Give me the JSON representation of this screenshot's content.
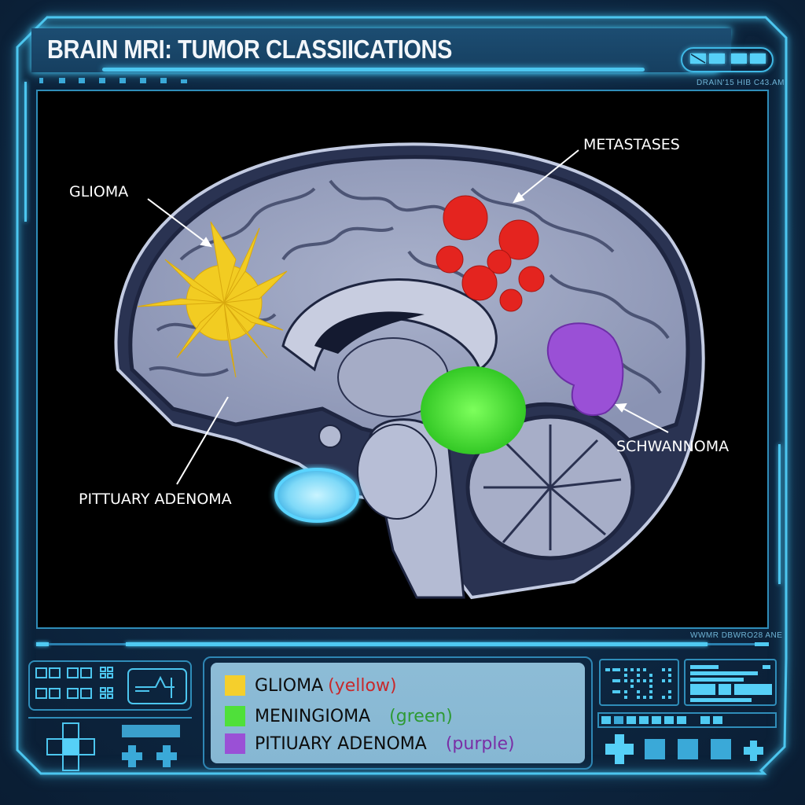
{
  "header": {
    "title": "BRAIN MRI: TUMOR CLASSIICATIONS",
    "timestamp_top": "DRAIN'15 HIB C43.AM",
    "status_indicator_cells": 4
  },
  "viewport": {
    "footer_timestamp": "WWMR DBWRO28 ANE",
    "labels": [
      {
        "id": "glioma",
        "text": "GLIOMA"
      },
      {
        "id": "metastases",
        "text": "METASTASES"
      },
      {
        "id": "schwannoma",
        "text": "SCHWANNOMA"
      },
      {
        "id": "pituitary",
        "text": "PITTUARY ADENOMA"
      }
    ]
  },
  "legend": {
    "items": [
      {
        "name": "GLIOMA",
        "color_label": "(yellow)",
        "swatch_color": "#f5cf2c",
        "label_color": "#c8282a"
      },
      {
        "name": "MENINGIOMA",
        "color_label": "(green)",
        "swatch_color": "#4fe03a",
        "label_color": "#2e9a34"
      },
      {
        "name": "PITIUARY ADENOMA",
        "color_label": "(purple)",
        "swatch_color": "#9a50d6",
        "label_color": "#7a2ea6"
      }
    ]
  },
  "colors": {
    "accent": "#4cc6ef",
    "frame_bg": "#0d2640",
    "glioma": "#f5cf2c",
    "metastases": "#e4241f",
    "meningioma": "#4fe03a",
    "schwannoma": "#9a50d6",
    "pituitary": "#8fe3ff"
  }
}
